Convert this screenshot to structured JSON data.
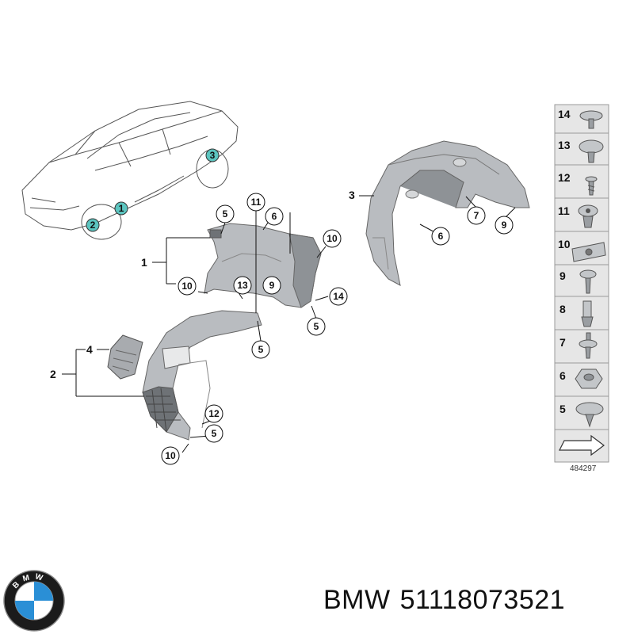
{
  "brand": "BMW",
  "part_number": "51118073521",
  "logo_letters": "BMW",
  "ref_code": "484297",
  "car_callouts": [
    "1",
    "2",
    "3"
  ],
  "group_labels": {
    "assembly_1": "1",
    "assembly_2": "2",
    "liner_3": "3",
    "panel_4": "4"
  },
  "callouts": {
    "c5_top": "5",
    "c11_top": "11",
    "c6_top": "6",
    "c10_right": "10",
    "c10_left": "10",
    "c13": "13",
    "c9_mid": "9",
    "c14": "14",
    "c5_right": "5",
    "c5_mid": "5",
    "c12": "12",
    "c5_low": "5",
    "c10_bottom": "10",
    "c7_rear": "7",
    "c9_rear": "9",
    "c6_rear": "6"
  },
  "legend": [
    "14",
    "13",
    "12",
    "11",
    "10",
    "9",
    "8",
    "7",
    "6",
    "5"
  ],
  "colors": {
    "car_highlight": "#5cc5c0",
    "part_fill": "#b9bcc0",
    "part_dark": "#8e9296",
    "legend_bg": "#e6e6e6"
  }
}
